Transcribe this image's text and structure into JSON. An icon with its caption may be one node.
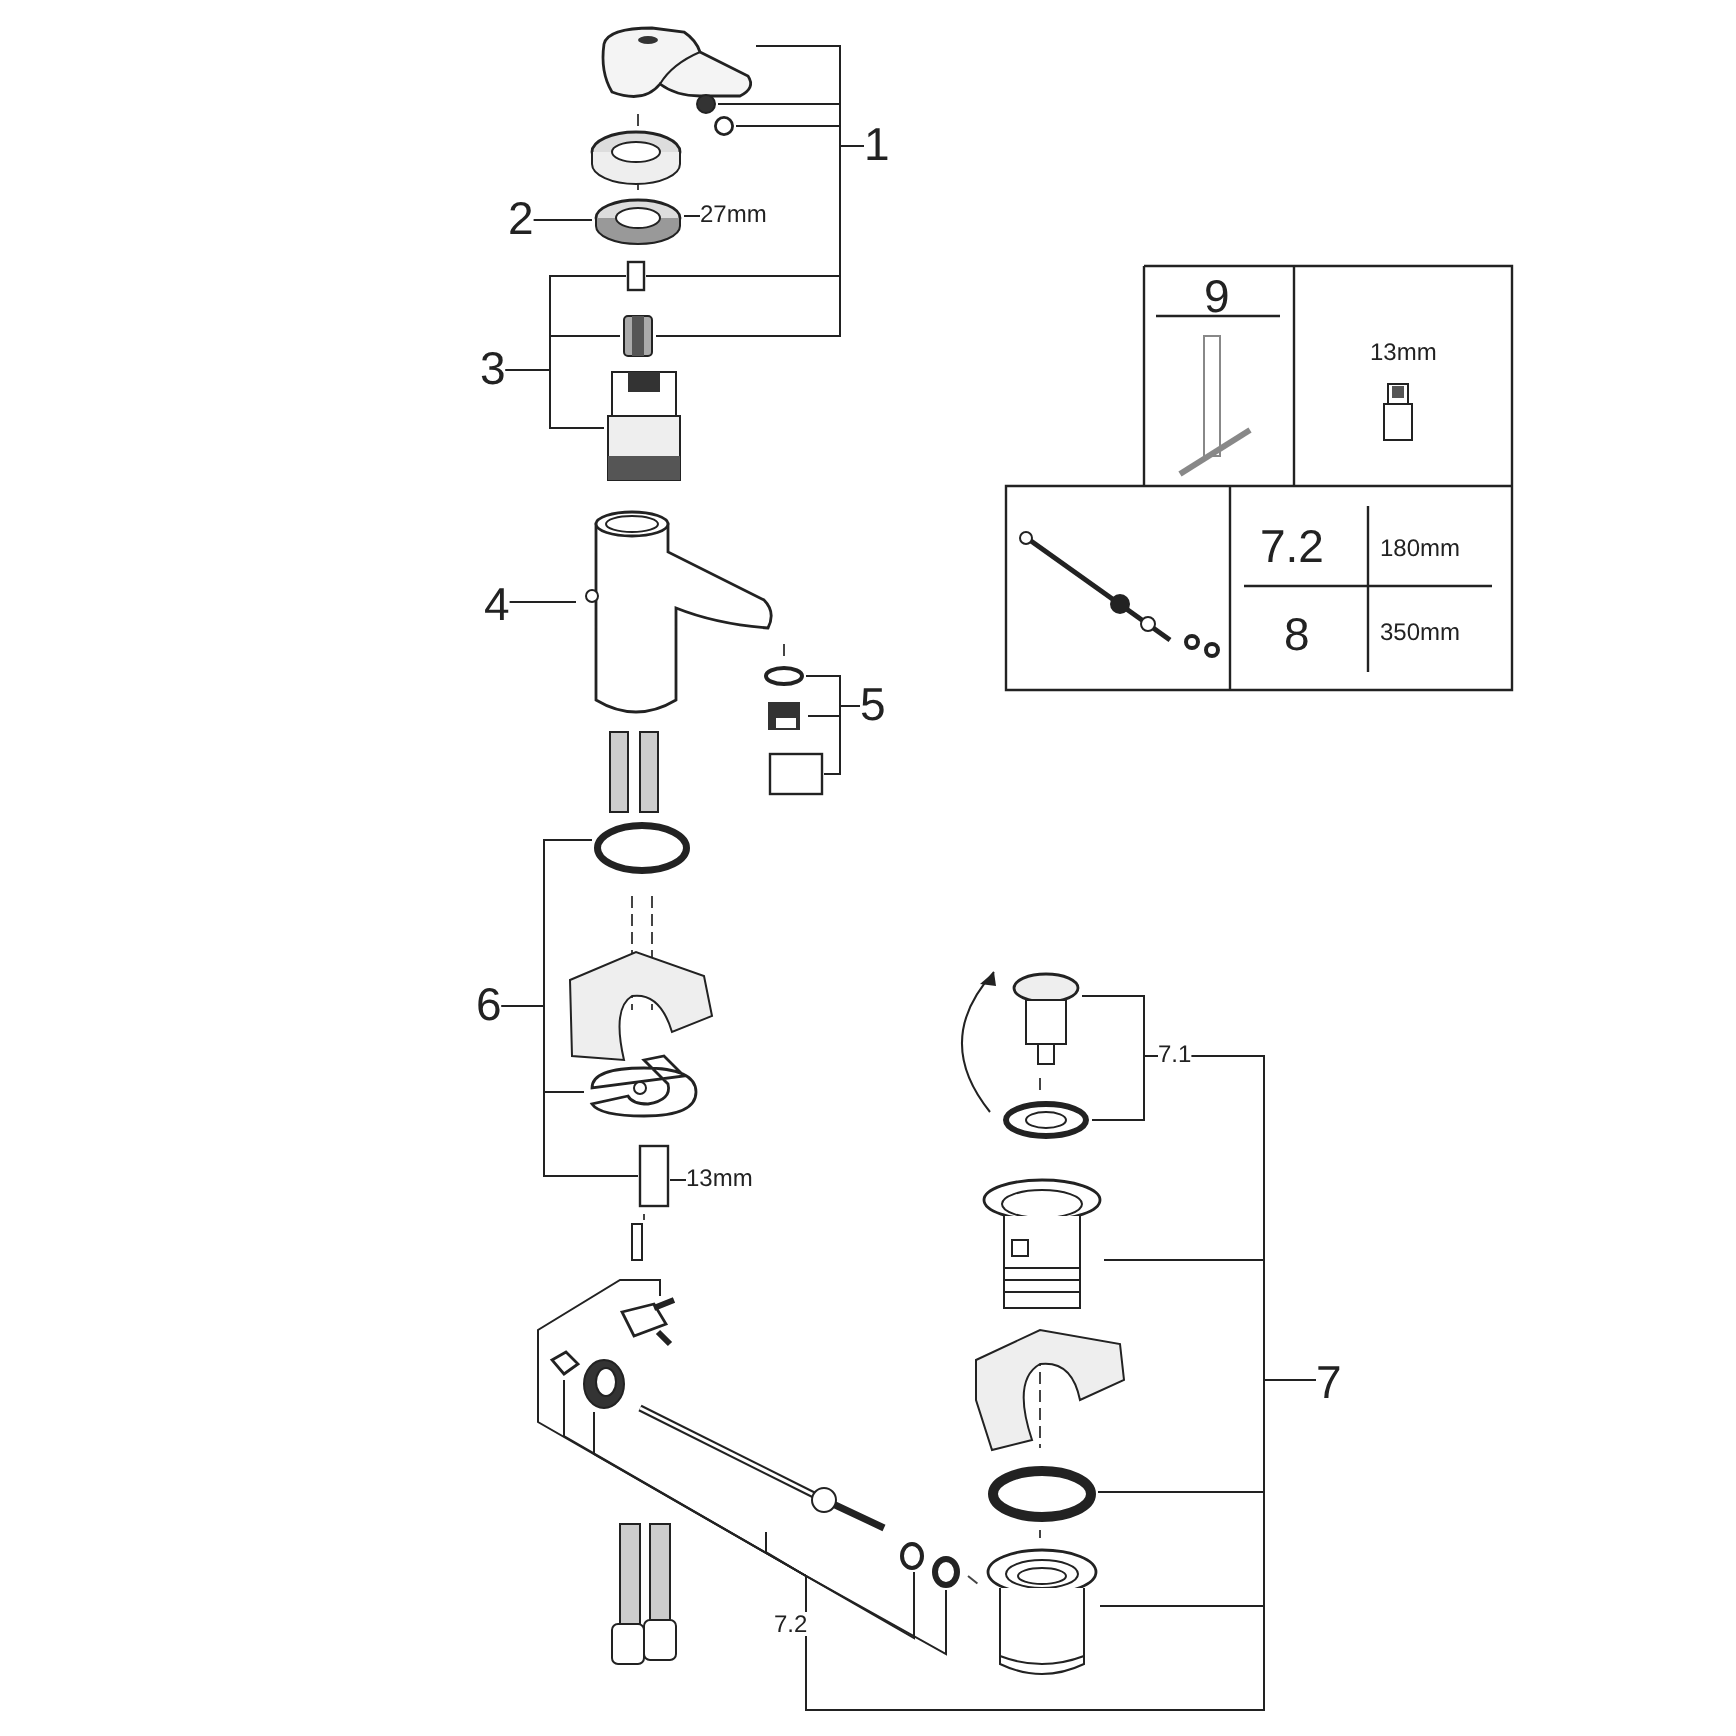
{
  "diagram": {
    "nodes": [
      {
        "text": [
          "1"
        ]
      },
      {
        "text": [],
        "shape": "picture"
      },
      {
        "text": [],
        "shape": "circle"
      },
      {
        "text": [],
        "shape": "circle"
      },
      {
        "text": [
          "2"
        ]
      },
      {
        "text": [],
        "shape": "picture"
      },
      {
        "text": [
          "27mm"
        ]
      },
      {
        "text": [
          "3"
        ]
      },
      {
        "text": [],
        "shape": "box"
      },
      {
        "text": [],
        "shape": "picture"
      },
      {
        "text": [],
        "shape": "picture"
      },
      {
        "text": [
          "4"
        ]
      },
      {
        "text": [],
        "shape": "picture"
      },
      {
        "text": [
          "5"
        ]
      },
      {
        "text": [],
        "shape": "circle"
      },
      {
        "text": [],
        "shape": "picture"
      },
      {
        "text": [],
        "shape": "box"
      },
      {
        "text": [
          "6"
        ]
      },
      {
        "text": [],
        "shape": "circle"
      },
      {
        "text": [],
        "shape": "picture"
      },
      {
        "text": [],
        "shape": "box"
      },
      {
        "text": [
          "13mm"
        ]
      },
      {
        "text": [
          "7.1"
        ]
      },
      {
        "text": [],
        "shape": "picture"
      },
      {
        "text": [],
        "shape": "picture"
      },
      {
        "text": [
          "7"
        ]
      },
      {
        "text": [],
        "shape": "picture"
      },
      {
        "text": [],
        "shape": "circle"
      },
      {
        "text": [],
        "shape": "picture"
      },
      {
        "text": [
          "7.2"
        ]
      },
      {
        "text": [],
        "shape": "picture"
      },
      {
        "text": [],
        "shape": "picture"
      },
      {
        "text": [],
        "shape": "picture"
      },
      {
        "text": [],
        "shape": "picture"
      },
      {
        "text": [],
        "shape": "circle"
      },
      {
        "text": [],
        "shape": "circle"
      }
    ],
    "edges": [
      {
        "from": 0,
        "to": 1,
        "arrow": "none"
      },
      {
        "from": 0,
        "to": 2,
        "arrow": "none"
      },
      {
        "from": 0,
        "to": 3,
        "arrow": "none"
      },
      {
        "from": 0,
        "to": 8,
        "arrow": "none"
      },
      {
        "from": 0,
        "to": 9,
        "arrow": "none"
      },
      {
        "from": 4,
        "to": 5,
        "arrow": "none"
      },
      {
        "from": 6,
        "to": 5,
        "arrow": "none"
      },
      {
        "from": 7,
        "to": 8,
        "arrow": "none"
      },
      {
        "from": 7,
        "to": 9,
        "arrow": "none"
      },
      {
        "from": 7,
        "to": 10,
        "arrow": "none"
      },
      {
        "from": 11,
        "to": 12,
        "arrow": "none"
      },
      {
        "from": 13,
        "to": 14,
        "arrow": "none"
      },
      {
        "from": 13,
        "to": 15,
        "arrow": "none"
      },
      {
        "from": 13,
        "to": 16,
        "arrow": "none"
      },
      {
        "from": 17,
        "to": 18,
        "arrow": "none"
      },
      {
        "from": 17,
        "to": 19,
        "arrow": "none"
      },
      {
        "from": 17,
        "to": 20,
        "arrow": "none"
      },
      {
        "from": 21,
        "to": 20,
        "arrow": "none"
      },
      {
        "from": 22,
        "to": 23,
        "arrow": "none"
      },
      {
        "from": 22,
        "to": 24,
        "arrow": "none"
      },
      {
        "from": 25,
        "to": 22,
        "arrow": "none"
      },
      {
        "from": 25,
        "to": 26,
        "arrow": "none"
      },
      {
        "from": 25,
        "to": 27,
        "arrow": "none"
      },
      {
        "from": 25,
        "to": 28,
        "arrow": "none"
      },
      {
        "from": 25,
        "to": 29,
        "arrow": "none"
      },
      {
        "from": 29,
        "to": 30,
        "arrow": "none"
      },
      {
        "from": 29,
        "to": 31,
        "arrow": "none"
      },
      {
        "from": 29,
        "to": 32,
        "arrow": "none"
      },
      {
        "from": 29,
        "to": 33,
        "arrow": "none"
      },
      {
        "from": 29,
        "to": 34,
        "arrow": "none"
      },
      {
        "from": 29,
        "to": 35,
        "arrow": "none"
      }
    ],
    "labels": [
      "9",
      "13mm",
      "7.2",
      "180mm",
      "8",
      "350mm"
    ]
  }
}
